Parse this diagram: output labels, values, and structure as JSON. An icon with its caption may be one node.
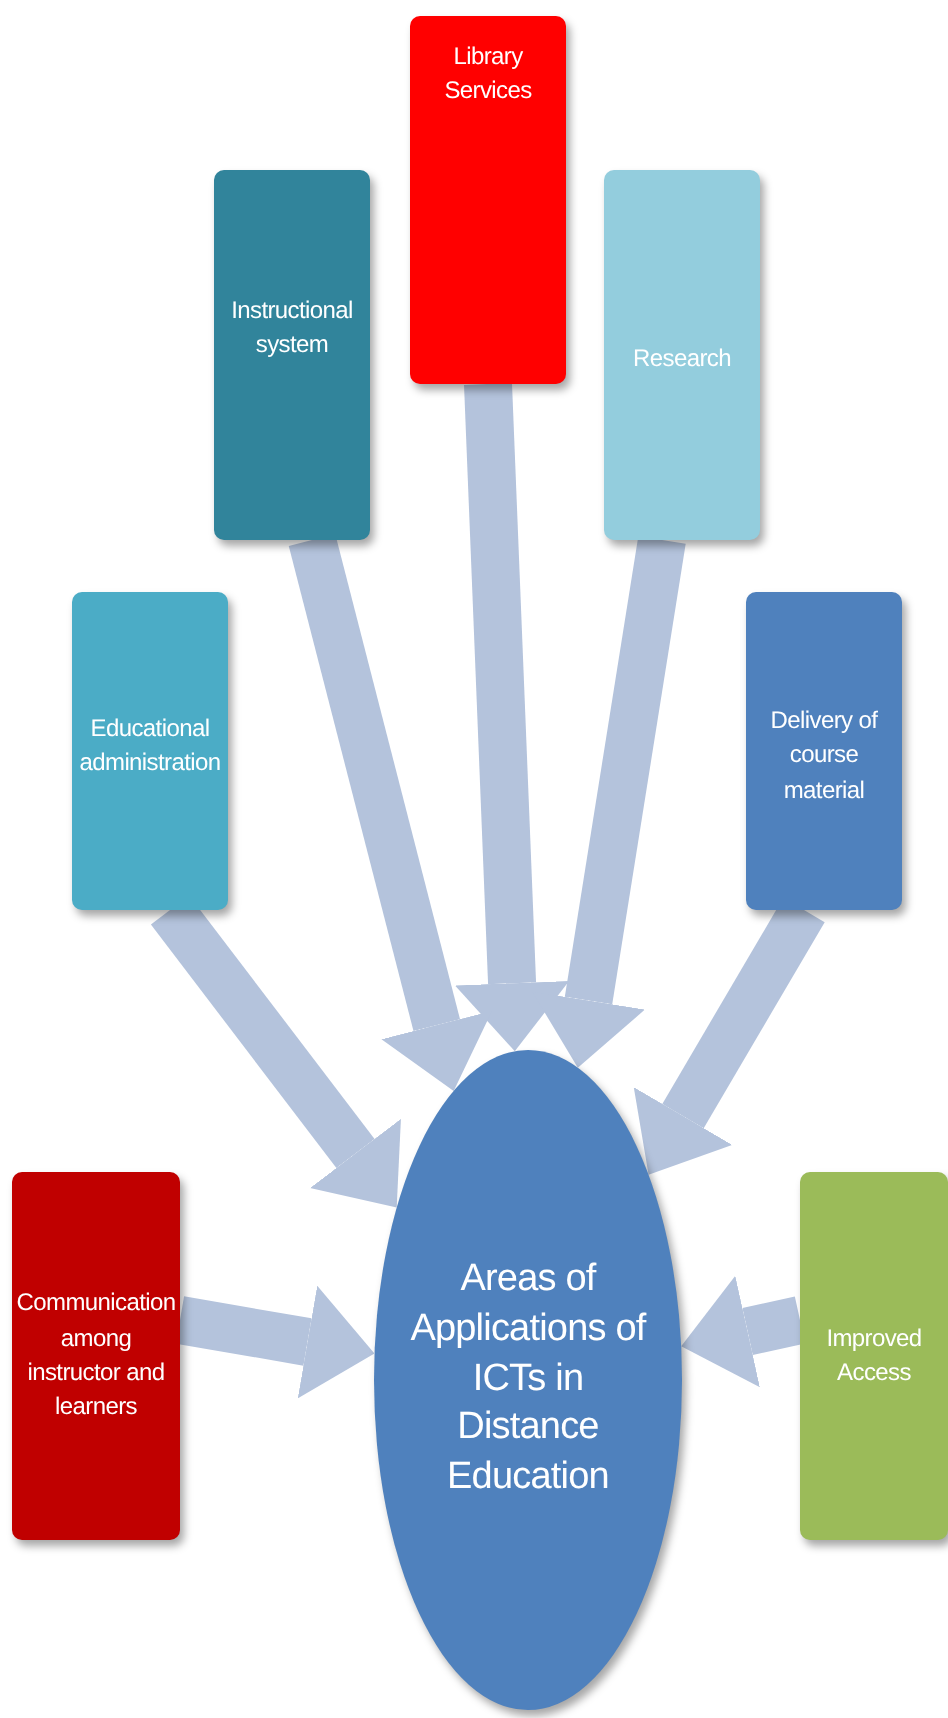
{
  "diagram": {
    "nodes": [
      {
        "text": [
          "Library Services"
        ]
      },
      {
        "text": [
          "Instructional system"
        ]
      },
      {
        "text": [
          "Research"
        ]
      },
      {
        "text": [
          "Educational administration"
        ]
      },
      {
        "text": [
          "Delivery of course material"
        ]
      },
      {
        "text": [
          "Areas of Applications of ICTs in Distance Education"
        ]
      },
      {
        "text": [
          "Communication among instructor and learners"
        ]
      },
      {
        "text": [
          "Improved Access"
        ]
      }
    ],
    "edges": [
      {
        "from": 0,
        "to": 5,
        "arrow": "to"
      },
      {
        "from": 1,
        "to": 5,
        "arrow": "to"
      },
      {
        "from": 2,
        "to": 5,
        "arrow": "to"
      },
      {
        "from": 3,
        "to": 5,
        "arrow": "to"
      },
      {
        "from": 4,
        "to": 5,
        "arrow": "to"
      },
      {
        "from": 6,
        "to": 5,
        "arrow": "to"
      },
      {
        "from": 7,
        "to": 5,
        "arrow": "to"
      }
    ]
  }
}
